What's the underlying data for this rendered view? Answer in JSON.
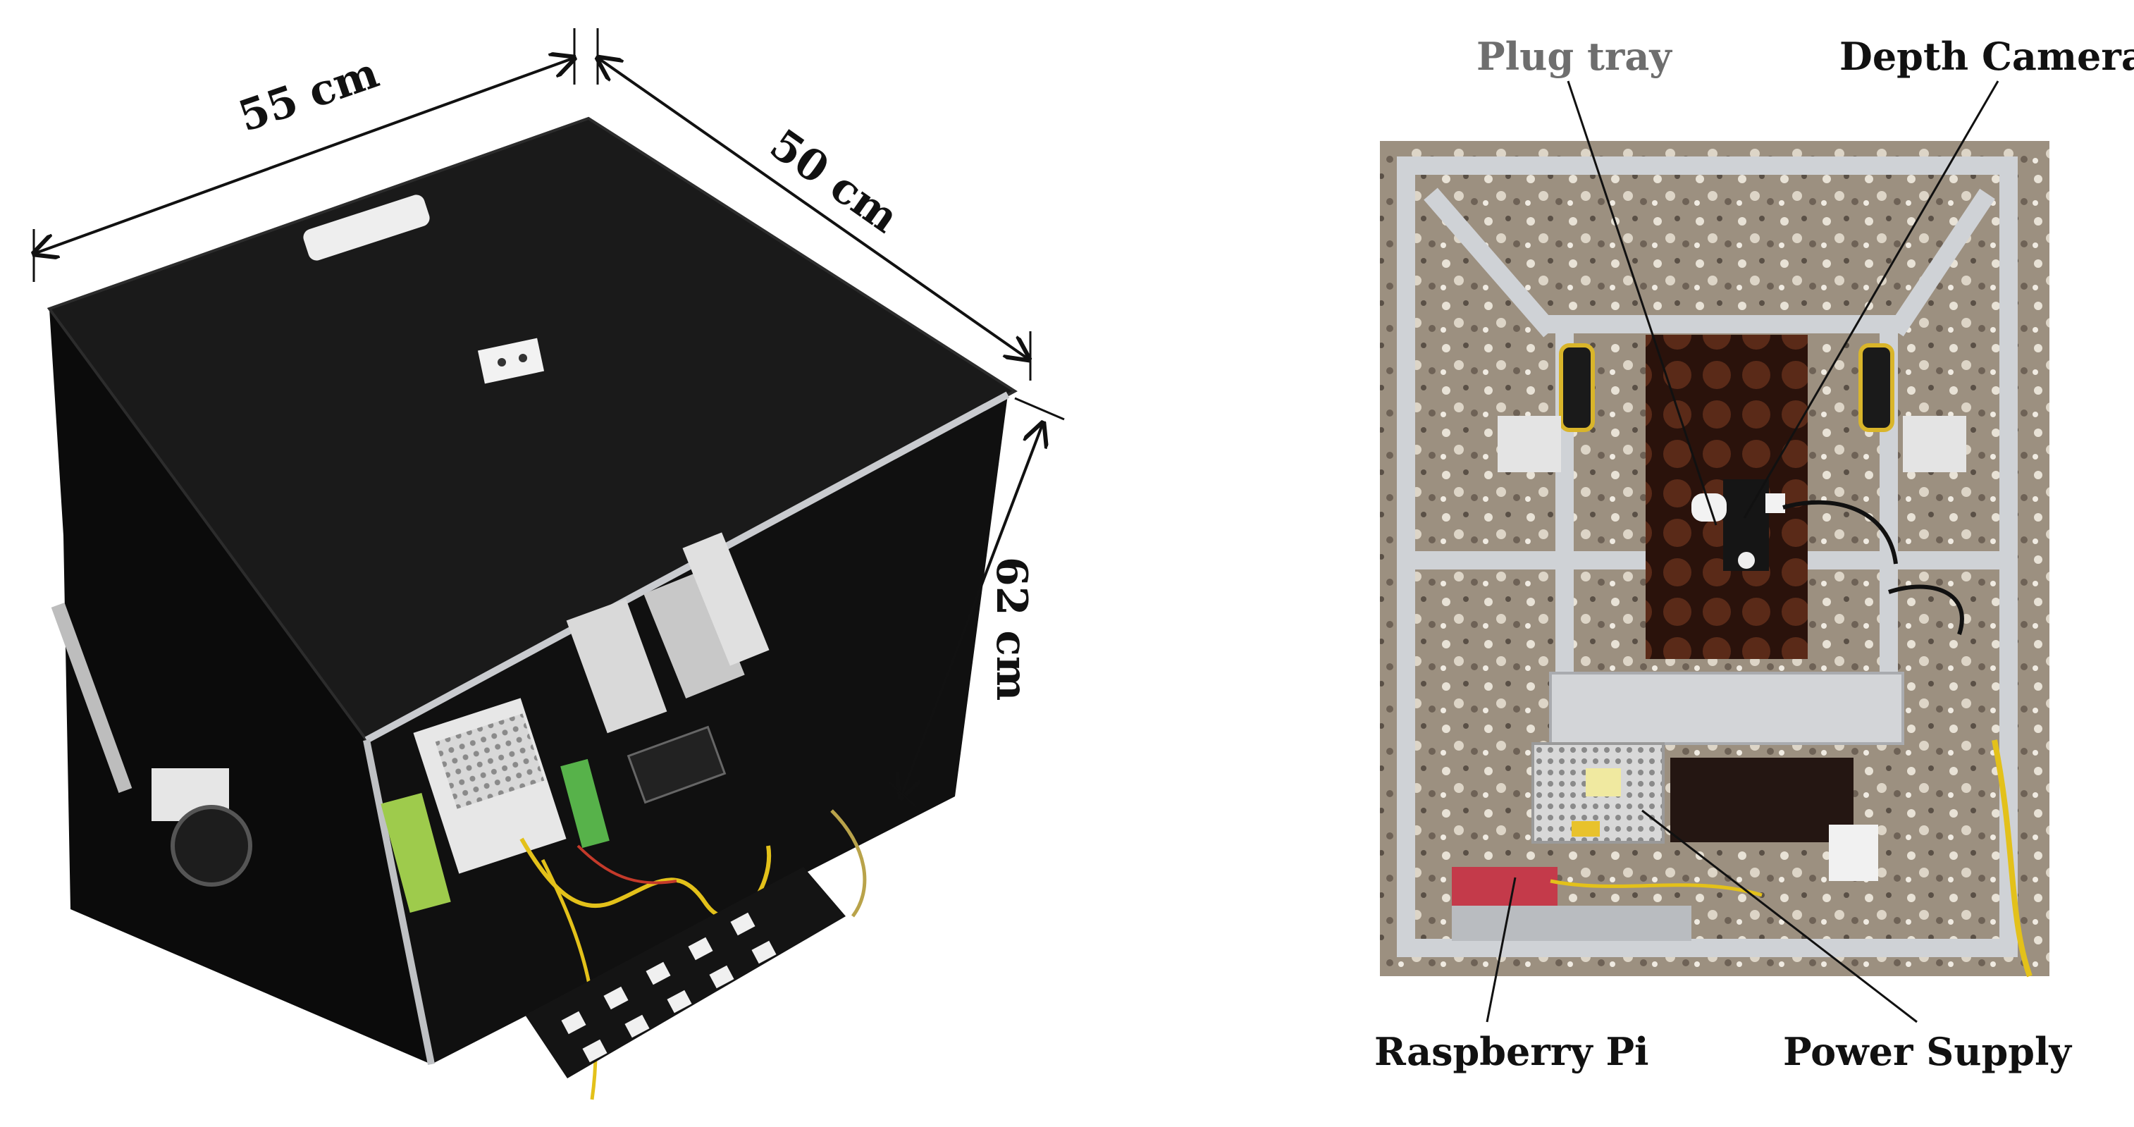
{
  "left_figure": {
    "dimensions": {
      "width": "55 cm",
      "depth": "50 cm",
      "height": "62 cm"
    }
  },
  "right_figure": {
    "labels": {
      "plug_tray": "Plug tray",
      "depth_camera": "Depth Camera",
      "raspberry_pi": "Raspberry Pi",
      "power_supply": "Power Supply"
    }
  },
  "colors": {
    "box_top": "#161616",
    "box_side": "#0d0d0d",
    "frame": "#cfd2d6",
    "floor": "#a89c8a",
    "tray": "#3a1e14",
    "wire": "#e3c11a",
    "muted_label": "#6e6e6e"
  }
}
